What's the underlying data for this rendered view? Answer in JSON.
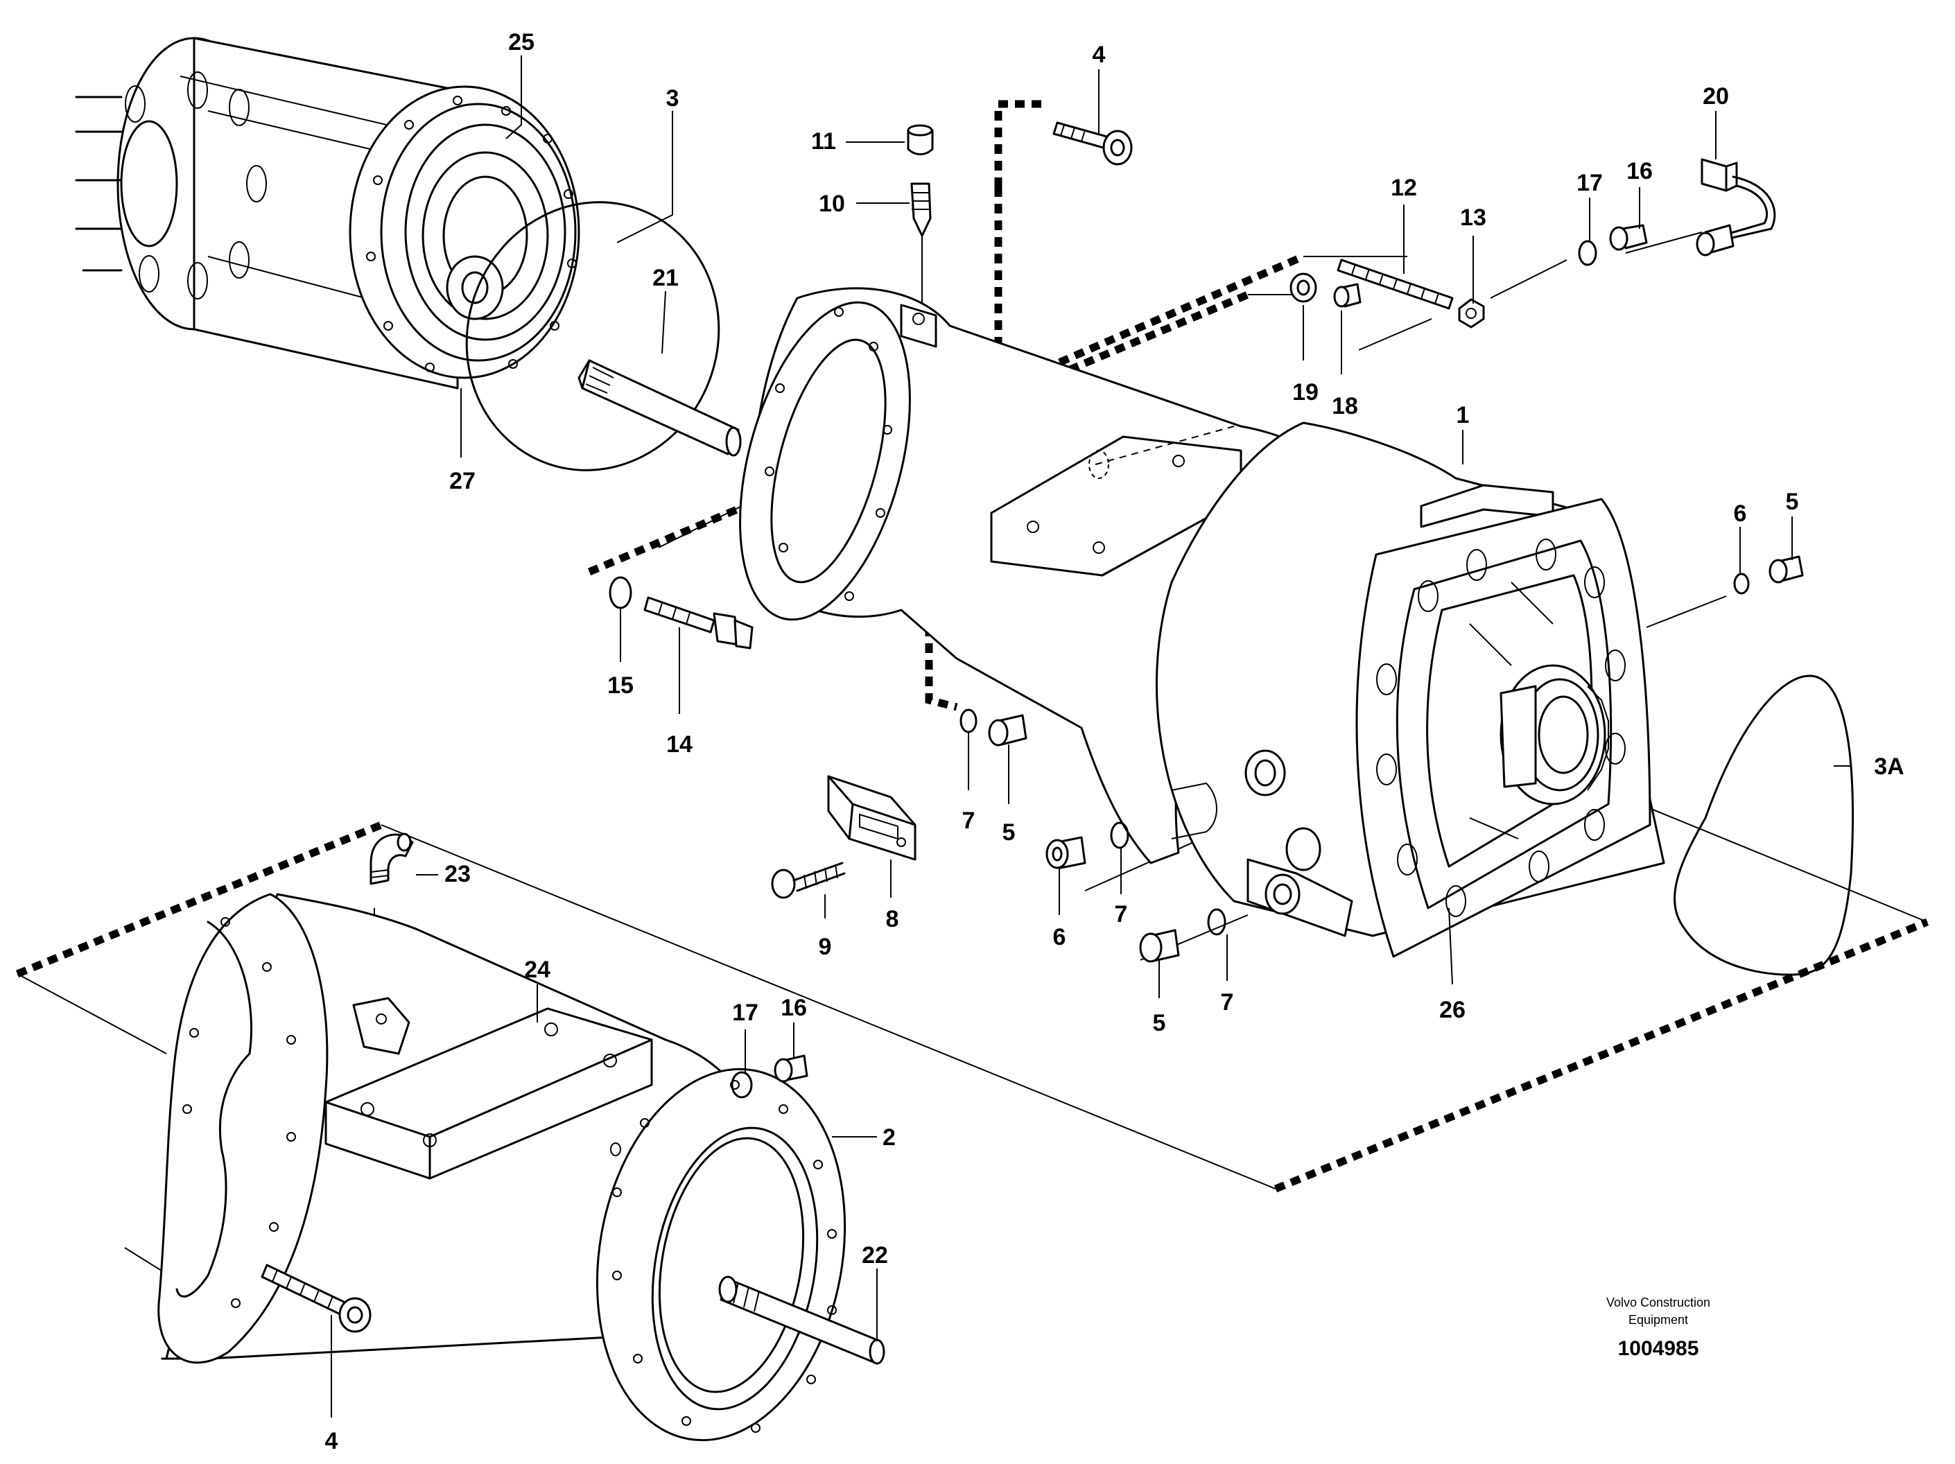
{
  "callouts": [
    {
      "id": "c25",
      "text": "25"
    },
    {
      "id": "c3",
      "text": "3"
    },
    {
      "id": "c21",
      "text": "21"
    },
    {
      "id": "c27",
      "text": "27"
    },
    {
      "id": "c11",
      "text": "11"
    },
    {
      "id": "c10",
      "text": "10"
    },
    {
      "id": "c4a",
      "text": "4"
    },
    {
      "id": "c12",
      "text": "12"
    },
    {
      "id": "c13",
      "text": "13"
    },
    {
      "id": "c17a",
      "text": "17"
    },
    {
      "id": "c16a",
      "text": "16"
    },
    {
      "id": "c20",
      "text": "20"
    },
    {
      "id": "c19",
      "text": "19"
    },
    {
      "id": "c18",
      "text": "18"
    },
    {
      "id": "c1",
      "text": "1"
    },
    {
      "id": "c6a",
      "text": "6"
    },
    {
      "id": "c5a",
      "text": "5"
    },
    {
      "id": "c15",
      "text": "15"
    },
    {
      "id": "c14",
      "text": "14"
    },
    {
      "id": "c7a",
      "text": "7"
    },
    {
      "id": "c5b",
      "text": "5"
    },
    {
      "id": "c3A",
      "text": "3A"
    },
    {
      "id": "c8",
      "text": "8"
    },
    {
      "id": "c9",
      "text": "9"
    },
    {
      "id": "c6b",
      "text": "6"
    },
    {
      "id": "c7b",
      "text": "7"
    },
    {
      "id": "c5c",
      "text": "5"
    },
    {
      "id": "c7c",
      "text": "7"
    },
    {
      "id": "c26",
      "text": "26"
    },
    {
      "id": "c23",
      "text": "23"
    },
    {
      "id": "c24",
      "text": "24"
    },
    {
      "id": "c17b",
      "text": "17"
    },
    {
      "id": "c16b",
      "text": "16"
    },
    {
      "id": "c2",
      "text": "2"
    },
    {
      "id": "c22",
      "text": "22"
    },
    {
      "id": "c4b",
      "text": "4"
    }
  ],
  "footer": {
    "brand_line1": "Volvo Construction",
    "brand_line2": "Equipment",
    "drawing_number": "1004985"
  }
}
